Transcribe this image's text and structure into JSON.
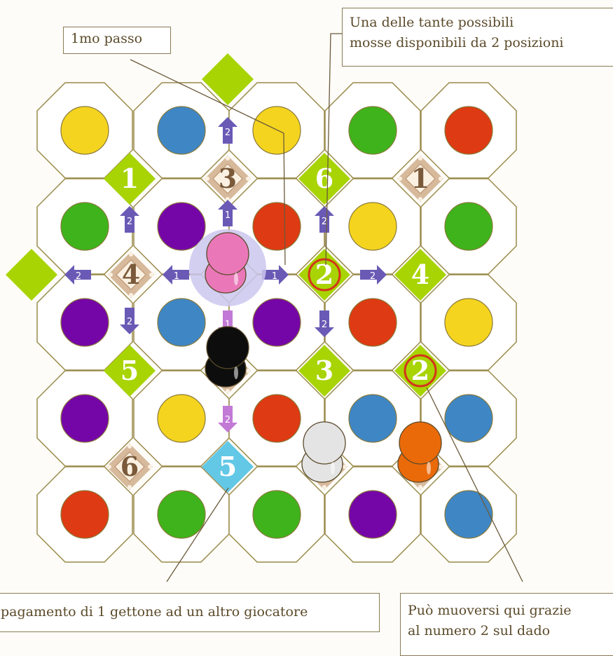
{
  "board": {
    "grid": [
      [
        "yellow",
        "blue",
        "yellow",
        "green",
        "red"
      ],
      [
        "green",
        "purple",
        "red",
        "yellow",
        "green"
      ],
      [
        "purple",
        "blue",
        "purple",
        "red",
        "yellow"
      ],
      [
        "purple",
        "yellow",
        "red",
        "blue",
        "blue"
      ],
      [
        "red",
        "green",
        "green",
        "purple",
        "blue"
      ]
    ],
    "colors": {
      "yellow": "#f5d41f",
      "blue": "#3f86c4",
      "green": "#3eb31c",
      "red": "#de3a13",
      "purple": "#7406a8",
      "tile_border": "#9a8a4a",
      "green_diamond": "#a8d403",
      "tan_diamond": "#d7b99b",
      "cyan_diamond": "#62c8e6",
      "arrow_blue": "#6a5ab5",
      "arrow_pink": "#c27ad6",
      "highlight": "#d2361c"
    },
    "diamonds": [
      {
        "id": "d-1-green",
        "type": "green",
        "number": "1"
      },
      {
        "id": "d-3-tan",
        "type": "tan",
        "number": "3"
      },
      {
        "id": "d-6-green",
        "type": "green",
        "number": "6"
      },
      {
        "id": "d-1-tan",
        "type": "tan",
        "number": "1"
      },
      {
        "id": "d-4-tan",
        "type": "tan",
        "number": "4"
      },
      {
        "id": "d-2-green-center",
        "type": "green",
        "number": "2",
        "highlight": true
      },
      {
        "id": "d-4-green",
        "type": "green",
        "number": "4"
      },
      {
        "id": "d-5-green",
        "type": "green",
        "number": "5"
      },
      {
        "id": "d-blank-tan-a",
        "type": "tan",
        "number": ""
      },
      {
        "id": "d-3-green",
        "type": "green",
        "number": "3"
      },
      {
        "id": "d-2-green-right",
        "type": "green",
        "number": "2",
        "highlight": true
      },
      {
        "id": "d-6-tan",
        "type": "tan",
        "number": "6"
      },
      {
        "id": "d-5-cyan",
        "type": "cyan",
        "number": "5"
      },
      {
        "id": "d-blank-tan-b",
        "type": "tan",
        "number": ""
      },
      {
        "id": "d-blank-tan-c",
        "type": "tan",
        "number": ""
      },
      {
        "id": "d-top-green",
        "type": "green",
        "number": ""
      },
      {
        "id": "d-left-green",
        "type": "green",
        "number": ""
      }
    ],
    "arrows": [
      {
        "dir": "up",
        "step": "2",
        "color": "blue"
      },
      {
        "dir": "up",
        "step": "2",
        "color": "blue"
      },
      {
        "dir": "up",
        "step": "1",
        "color": "blue"
      },
      {
        "dir": "up",
        "step": "2",
        "color": "blue"
      },
      {
        "dir": "left",
        "step": "2",
        "color": "blue"
      },
      {
        "dir": "left",
        "step": "1",
        "color": "blue"
      },
      {
        "dir": "right",
        "step": "1",
        "color": "blue"
      },
      {
        "dir": "right",
        "step": "2",
        "color": "blue"
      },
      {
        "dir": "down",
        "step": "2",
        "color": "blue"
      },
      {
        "dir": "down",
        "step": "1",
        "color": "pink"
      },
      {
        "dir": "down",
        "step": "2",
        "color": "blue"
      },
      {
        "dir": "down",
        "step": "2",
        "color": "pink"
      }
    ],
    "pawns": [
      {
        "name": "pink-pawn",
        "color": "#ea78b8",
        "selected": true
      },
      {
        "name": "black-pawn",
        "color": "#0d0d0d"
      },
      {
        "name": "white-pawn",
        "color": "#e4e4e4"
      },
      {
        "name": "orange-pawn",
        "color": "#ea6a0a"
      }
    ]
  },
  "callouts": {
    "first_step": "1mo passo",
    "possible_move_line1": "Una delle tante possibili",
    "possible_move_line2": "mosse disponibili da 2 posizioni",
    "payment": "pagamento di 1 gettone ad un altro giocatore",
    "dice_line1": "Può muoversi qui grazie",
    "dice_line2": "al numero 2 sul dado"
  }
}
